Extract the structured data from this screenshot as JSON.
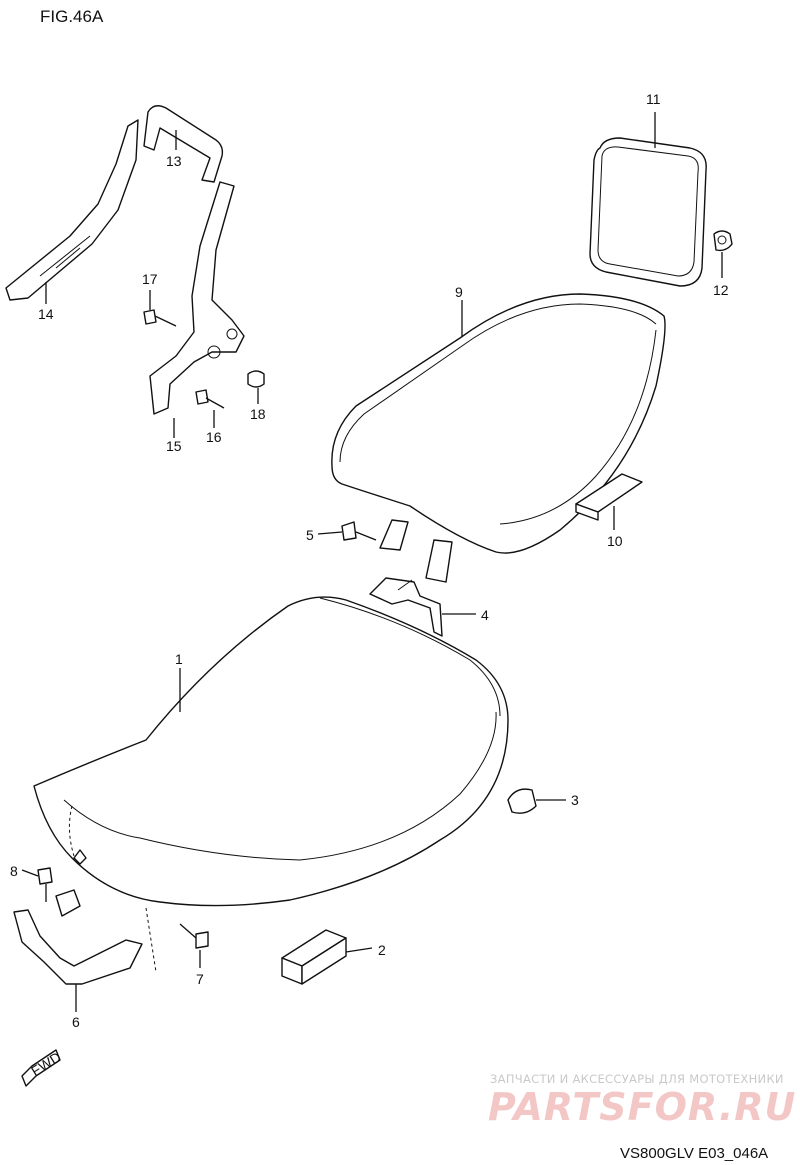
{
  "figure": {
    "title": "FIG.46A",
    "code": "VS800GLV E03_046A",
    "fwd_label": "FWD"
  },
  "callouts": [
    {
      "id": "1",
      "label": "1"
    },
    {
      "id": "2",
      "label": "2"
    },
    {
      "id": "3",
      "label": "3"
    },
    {
      "id": "4",
      "label": "4"
    },
    {
      "id": "5",
      "label": "5"
    },
    {
      "id": "6",
      "label": "6"
    },
    {
      "id": "7",
      "label": "7"
    },
    {
      "id": "8",
      "label": "8"
    },
    {
      "id": "9",
      "label": "9"
    },
    {
      "id": "10",
      "label": "10"
    },
    {
      "id": "11",
      "label": "11"
    },
    {
      "id": "12",
      "label": "12"
    },
    {
      "id": "13",
      "label": "13"
    },
    {
      "id": "14",
      "label": "14"
    },
    {
      "id": "15",
      "label": "15"
    },
    {
      "id": "16",
      "label": "16"
    },
    {
      "id": "17",
      "label": "17"
    },
    {
      "id": "18",
      "label": "18"
    }
  ],
  "watermark": {
    "tagline": "ЗАПЧАСТИ И АКСЕССУАРЫ ДЛЯ МОТОТЕХНИКИ",
    "brand": "PARTSFOR.RU"
  },
  "colors": {
    "line": "#111111",
    "background": "#ffffff",
    "watermark_brand": "#f4c7c7",
    "watermark_tagline": "#c9c9c9"
  }
}
